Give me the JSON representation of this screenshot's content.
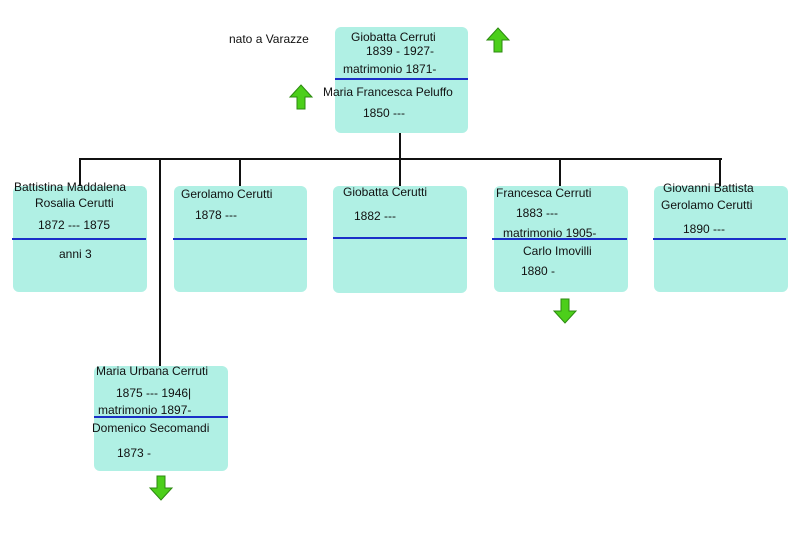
{
  "colors": {
    "box_fill": "#b0f0e4",
    "separator": "#1a2fc8",
    "connector": "#111111",
    "arrow_green": "#4ccf1a"
  },
  "root": {
    "birthplace": "nato a Varazze",
    "name": "Giobatta Cerruti",
    "dates": "1839 - 1927-",
    "marriage": "matrimonio 1871-",
    "spouse_name": "Maria Francesca Peluffo",
    "spouse_dates": "1850 ---"
  },
  "children": [
    {
      "name_line1": "Battistina Maddalena",
      "name_line2": "Rosalia Cerutti",
      "dates": "1872 --- 1875",
      "age": "anni 3"
    },
    {
      "name": "Gerolamo Cerutti",
      "dates": "1878 ---"
    },
    {
      "name": "Giobatta Cerutti",
      "dates": "1882 ---"
    },
    {
      "name": "Francesca Cerruti",
      "dates": "1883 ---",
      "marriage": "matrimonio 1905-",
      "spouse_name": "Carlo Imovilli",
      "spouse_dates": "1880 -"
    },
    {
      "name_line1": "Giovanni Battista",
      "name_line2": "Gerolamo Cerutti",
      "dates": "1890 ---"
    },
    {
      "name": "Maria Urbana Cerruti",
      "dates": "1875 --- 1946|",
      "marriage": "matrimonio 1897-",
      "spouse_name": "Domenico Secomandi",
      "spouse_dates": "1873 -"
    }
  ],
  "icons": [
    "arrow-up-icon",
    "arrow-up-icon",
    "arrow-down-icon",
    "arrow-down-icon"
  ]
}
